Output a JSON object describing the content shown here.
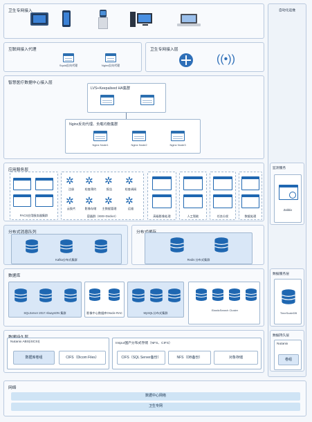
{
  "sections": {
    "health_private_access": "卫生专网接入",
    "internet_proxy": "互联网接入代理",
    "health_access_layer": "卫生专网接入层",
    "smart_dc_access": "智慧医疗数据中心接入层",
    "lvs_cluster": "LVS+Keepalived HA集群",
    "nginx_cluster": "Nginx反向代理、负载均衡集群",
    "app_service_layer": "应用服务层",
    "distributed_mq": "分布式消息队列",
    "distributed_cache": "分布式缓存",
    "database": "数据库",
    "data_persistence": "数据持久层",
    "network": "网络",
    "automation_ops": "自动化运维",
    "monitoring": "监测服务",
    "data_service_layer": "数据服务层",
    "data_persistence_right": "数据持久层"
  },
  "proxy_labels": [
    "Squid反向代理",
    "Nginx反向代理"
  ],
  "nginx_nodes": [
    "Nginx Node1",
    "Nginx Node2",
    "Nginx Node3"
  ],
  "app_labels": {
    "pacs": "PACS应用服务器集群",
    "k8s": "容器群（K8S+Docker）",
    "imaging": "高级影像处理",
    "ai": "人工智能",
    "task": "任务分发",
    "data": "数据处理"
  },
  "k8s_items": [
    "注册",
    "检查预约",
    "报告",
    "检查调阅",
    "云胶片",
    "影像存储",
    "主数据管理",
    "运维"
  ],
  "kafka_label": "Kafka分布式集群",
  "redis_label": "Redis 分布式集群",
  "zabbix_label": "Zabbix",
  "db_labels": {
    "sqlserver": "SQLServer 2017 AlwaysON 集群",
    "oracle": "影像中心数据库Oracle RAC",
    "mysql": "MySQL分布式集群",
    "es": "ElasticSearch Cluster",
    "timescale": "TimeScaleDB"
  },
  "persistence": {
    "nutanix_title": "Nutanix ABS(iSCSI)",
    "inspur_title": "Inspur国产分布式存储（NFS、CIFS）",
    "db_volume": "数据库卷组",
    "cifs_dicom": "CIFS（Dicom Files）",
    "cifs_sql": "CIFS（SQL Server备份）",
    "nfs_db": "NFS（DB备份）",
    "object_storage": "对象存储",
    "nutanix_right": "Nutanix",
    "volume_group": "卷组"
  },
  "network": {
    "dc_network": "数据中心网络",
    "health_network": "卫生专网"
  }
}
